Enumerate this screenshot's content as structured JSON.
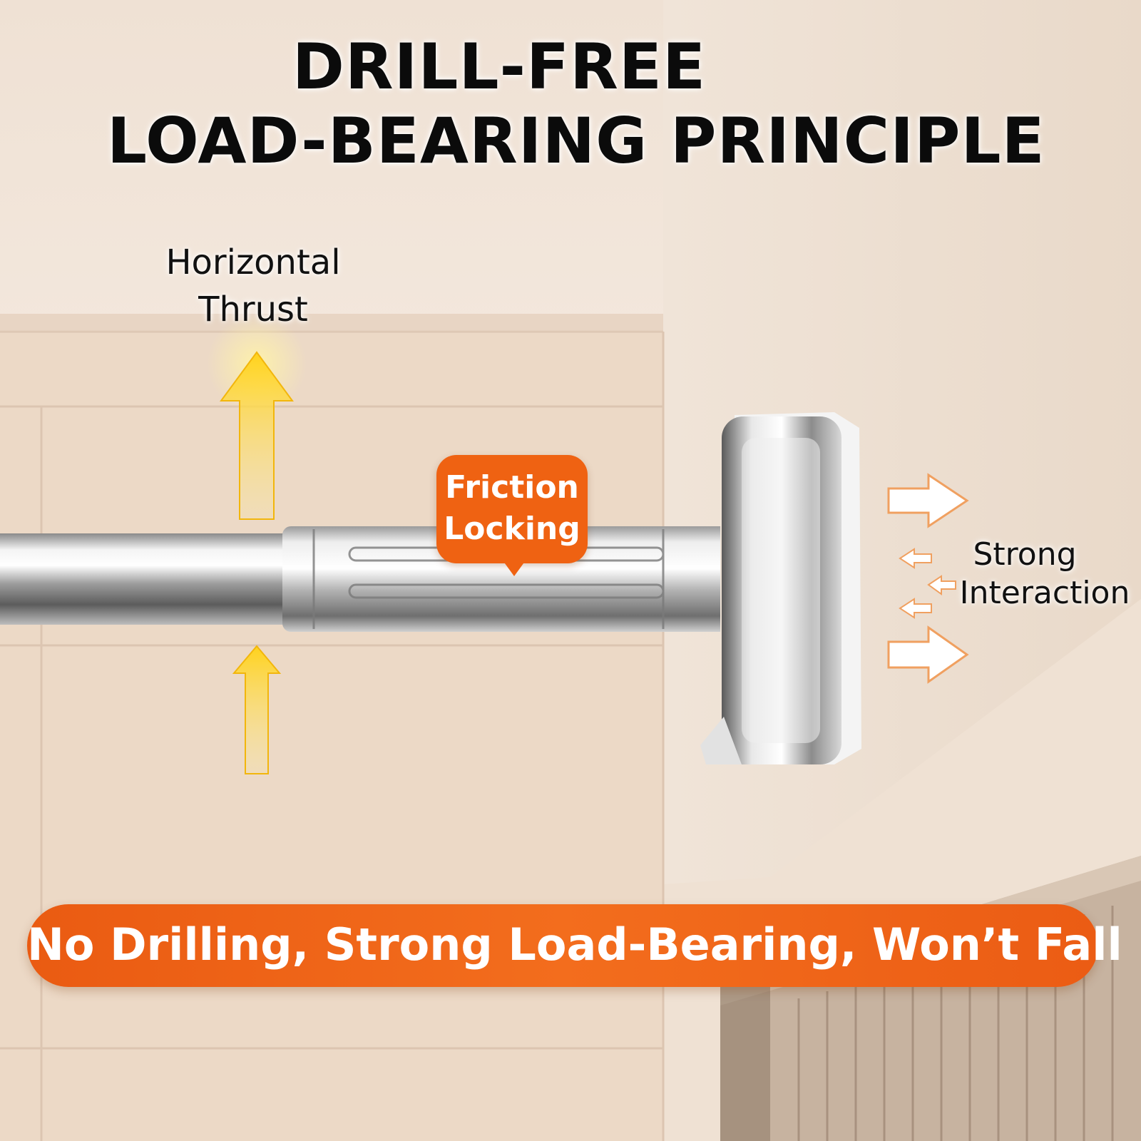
{
  "headline": {
    "line1": "DRILL-FREE",
    "line2": "LOAD-BEARING PRINCIPLE"
  },
  "labels": {
    "horizontal_thrust": [
      "Horizontal",
      "Thrust"
    ],
    "friction_locking": [
      "Friction",
      "Locking"
    ],
    "strong_interaction": [
      "Strong",
      "Interaction"
    ]
  },
  "banner": {
    "text": "No Drilling, Strong Load-Bearing, Won’t Fall"
  },
  "colors": {
    "accent_orange": "#ef6212",
    "thrust_arrow_yellow": "#ffd21c",
    "wall_beige": "#efe1d3",
    "chrome_silver": "#c9c9c9"
  },
  "icons": {
    "thrust_arrows": "arrow-up-icon",
    "pressure_arrows": "arrow-right-icon",
    "reaction_arrows": "arrow-left-icon"
  }
}
